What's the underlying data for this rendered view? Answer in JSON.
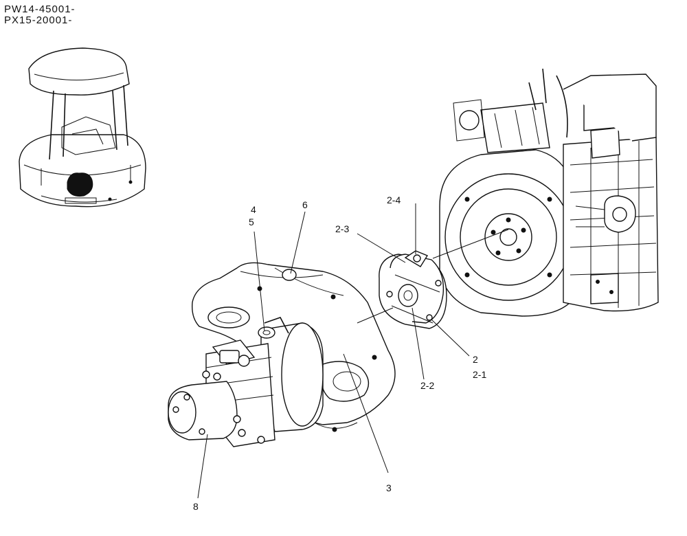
{
  "header": {
    "serial_1": "PW14-45001-",
    "serial_2": "PX15-20001-"
  },
  "callouts": {
    "c2": "2",
    "c2_1": "2-1",
    "c2_2": "2-2",
    "c2_3": "2-3",
    "c2_4": "2-4",
    "c3": "3",
    "c4": "4",
    "c5": "5",
    "c6": "6",
    "c8": "8"
  }
}
